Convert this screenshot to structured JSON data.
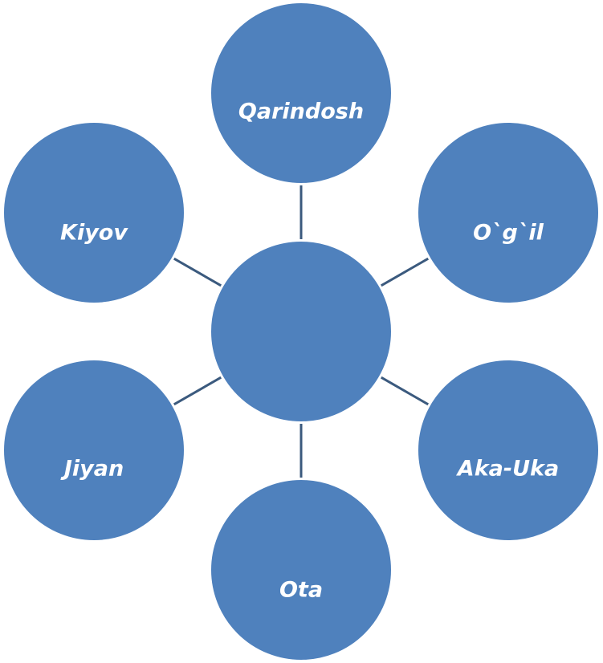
{
  "diagram": {
    "type": "radial-cycle",
    "colors": {
      "node_fill": "#4f81bd",
      "node_stroke": "#ffffff",
      "connector": "#3b5a7e",
      "label": "#ffffff"
    },
    "center": {
      "label": ""
    },
    "nodes": [
      {
        "id": "qarindosh",
        "label": "Qarindosh"
      },
      {
        "id": "ogil",
        "label": "O`g`il"
      },
      {
        "id": "aka-uka",
        "label": "Aka-Uka"
      },
      {
        "id": "ota",
        "label": "Ota"
      },
      {
        "id": "jiyan",
        "label": "Jiyan"
      },
      {
        "id": "kiyov",
        "label": "Kiyov"
      }
    ]
  }
}
